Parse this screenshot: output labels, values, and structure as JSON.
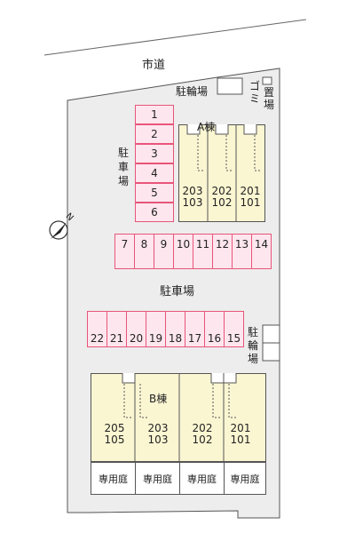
{
  "road_label": "市道",
  "bicycle_top": "駐輪場",
  "bicycle_right": [
    "駐",
    "輪",
    "場"
  ],
  "trash_label": [
    "ゴ",
    "ミ",
    "置",
    "場"
  ],
  "parking_left_label": [
    "駐",
    "車",
    "場"
  ],
  "parking_center_label": "駐車場",
  "compass_letter": "N",
  "building_a": {
    "name": "A棟",
    "units": [
      [
        "203",
        "103"
      ],
      [
        "202",
        "102"
      ],
      [
        "201",
        "101"
      ]
    ]
  },
  "building_b": {
    "name": "B棟",
    "units": [
      [
        "205",
        "105"
      ],
      [
        "203",
        "103"
      ],
      [
        "202",
        "102"
      ],
      [
        "201",
        "101"
      ]
    ]
  },
  "stalls_vertical": [
    "1",
    "2",
    "3",
    "4",
    "5",
    "6"
  ],
  "stalls_row1": [
    "7",
    "8",
    "9",
    "10",
    "11",
    "12",
    "13",
    "14"
  ],
  "stalls_row2": [
    "22",
    "21",
    "20",
    "19",
    "18",
    "17",
    "16",
    "15"
  ],
  "gardens": [
    "専用庭",
    "専用庭",
    "専用庭",
    "専用庭"
  ],
  "colors": {
    "stall_border": "#e8557a",
    "stall_fill": "#fde6ee",
    "site": "#ededed",
    "building": "#fbf6d2"
  }
}
